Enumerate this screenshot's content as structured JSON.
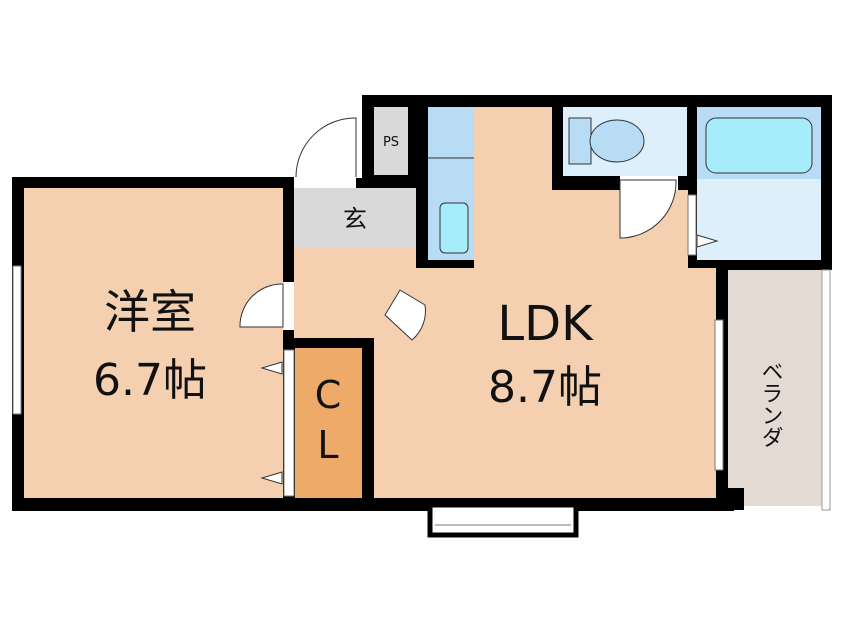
{
  "rooms": {
    "western_room": {
      "name": "洋室",
      "size": "6.7帖"
    },
    "ldk": {
      "name": "LDK",
      "size": "8.7帖"
    },
    "closet": {
      "line1": "C",
      "line2": "L"
    },
    "entrance": "玄",
    "pipe_space": "PS",
    "balcony": "ベランダ"
  },
  "colors": {
    "room": "#f4d0b0",
    "closet": "#eeaa68",
    "entrance": "#d9d9d9",
    "water": "#b9dcf5",
    "water_light": "#ddeffb",
    "tub": "#a6ecfb",
    "balcony": "#e3dbd3",
    "wall": "#000000"
  }
}
